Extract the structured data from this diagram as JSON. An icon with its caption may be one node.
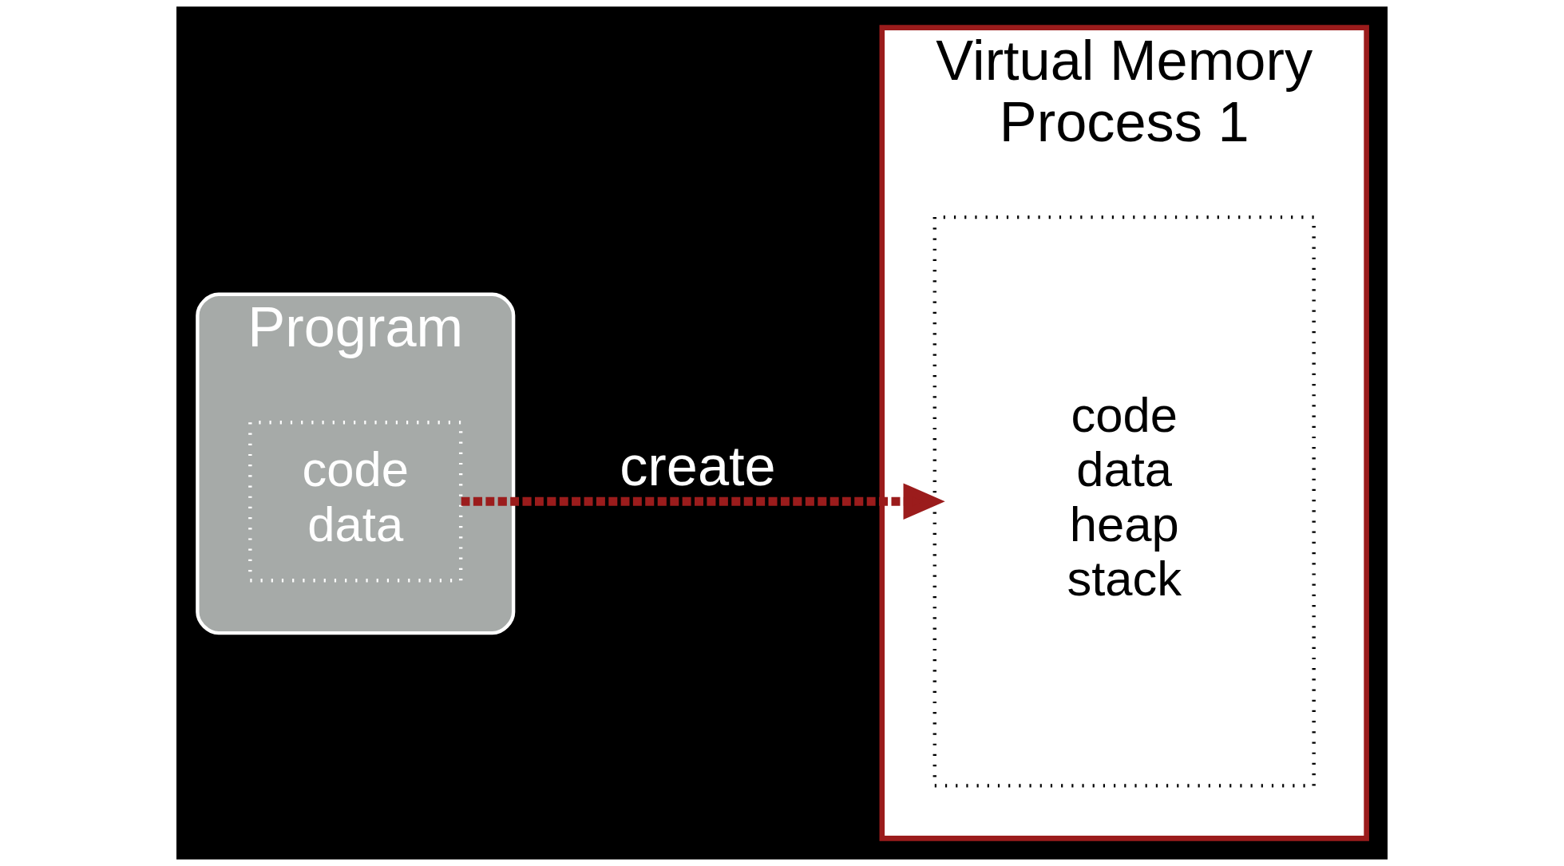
{
  "diagram": {
    "nodes": [
      {
        "text": [
          "Program"
        ]
      },
      {
        "text": [
          "code",
          "data"
        ],
        "in": 0
      },
      {
        "text": [
          "Virtual Memory",
          "Process 1"
        ]
      },
      {
        "text": [
          "code",
          "data",
          "heap",
          "stack"
        ],
        "in": 2
      }
    ],
    "edges": [
      {
        "from": 1,
        "to": 3,
        "arrow": "to",
        "label": "create",
        "style": "dashed",
        "color": "#9b1c1c"
      }
    ]
  }
}
